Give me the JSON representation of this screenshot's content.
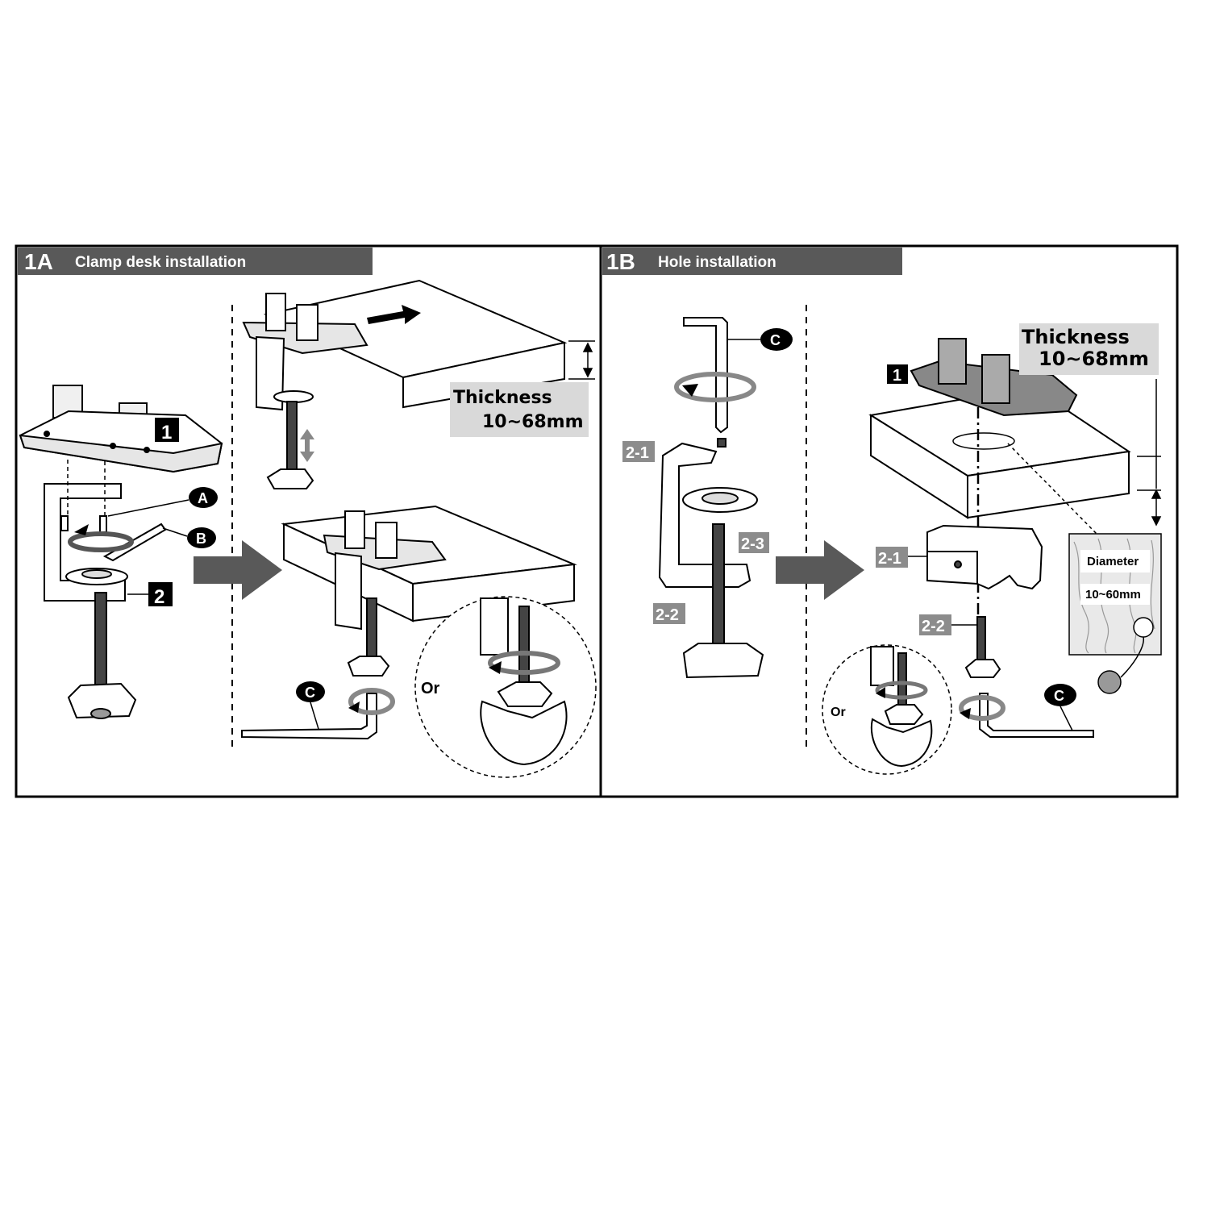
{
  "panel_a": {
    "number": "1A",
    "title": "Clamp desk installation",
    "thickness_label": "Thickness",
    "thickness_value": "10~68mm",
    "part_1": "1",
    "part_2": "2",
    "callout_a": "A",
    "callout_b": "B",
    "callout_c": "C",
    "or_text": "Or"
  },
  "panel_b": {
    "number": "1B",
    "title": "Hole installation",
    "thickness_label": "Thickness",
    "thickness_value": "10~68mm",
    "part_1": "1",
    "part_2_1": "2-1",
    "part_2_2": "2-2",
    "part_2_3": "2-3",
    "part_2_1_right": "2-1",
    "part_2_2_right": "2-2",
    "callout_c_top": "C",
    "callout_c_bottom": "C",
    "or_text": "Or",
    "diameter_label": "Diameter",
    "diameter_value": "10~60mm"
  },
  "colors": {
    "header_bg": "#595959",
    "header_text": "#ffffff",
    "label_box": "#d9d9d9",
    "tag_gray": "#8c8c8c",
    "line": "#000000"
  }
}
